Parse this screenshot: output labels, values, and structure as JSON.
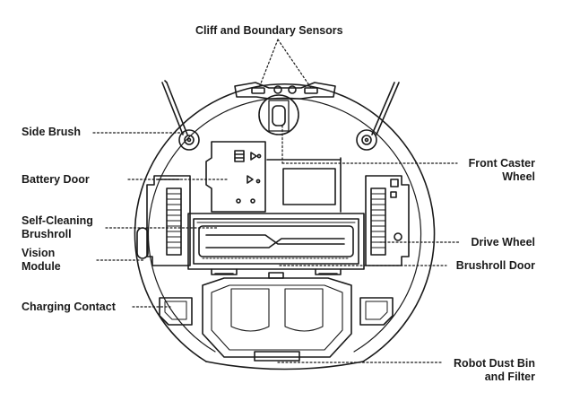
{
  "diagram": {
    "labels": {
      "cliff_sensors": "Cliff and Boundary Sensors",
      "side_brush": "Side Brush",
      "battery_door": "Battery Door",
      "self_cleaning_1": "Self-Cleaning",
      "self_cleaning_2": "Brushroll",
      "vision_1": "Vision",
      "vision_2": "Module",
      "charging_contact": "Charging Contact",
      "front_caster_1": "Front Caster",
      "front_caster_2": "Wheel",
      "drive_wheel": "Drive Wheel",
      "brushroll_door": "Brushroll Door",
      "dust_bin_1": "Robot Dust Bin",
      "dust_bin_2": "and Filter"
    },
    "colors": {
      "line": "#1a1a1a",
      "background": "#ffffff"
    }
  }
}
